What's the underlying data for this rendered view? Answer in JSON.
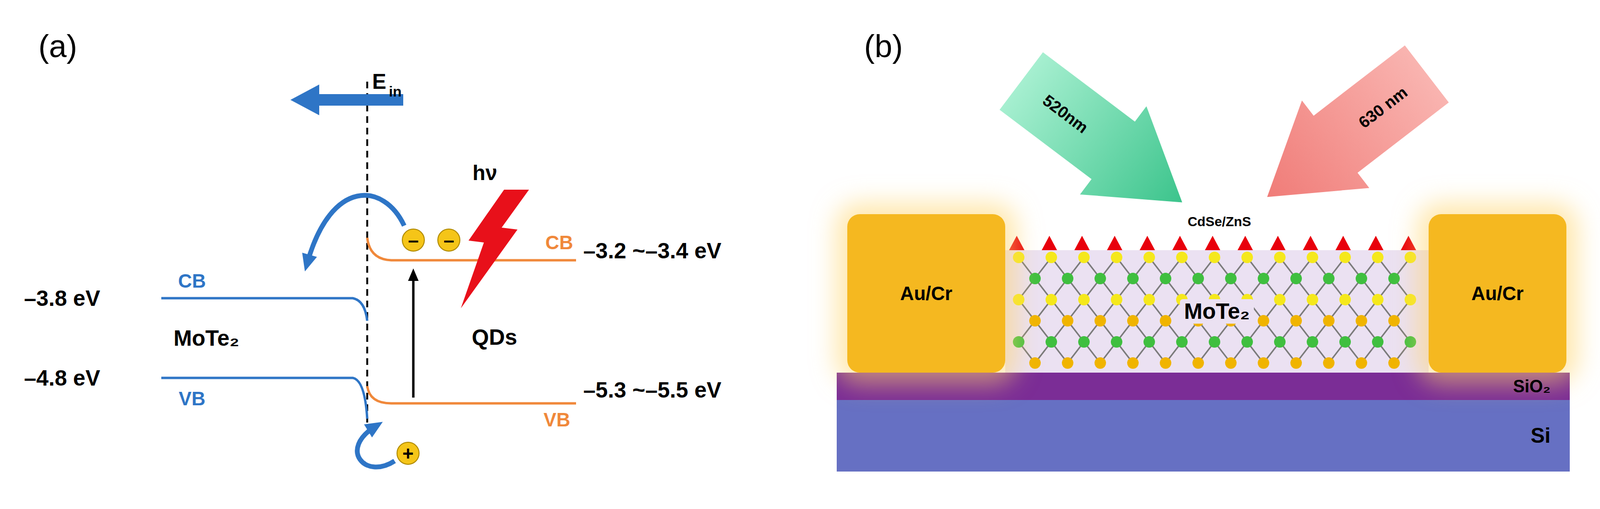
{
  "diagram": {
    "nodes": [
      {
        "text": [
          "–"
        ]
      },
      {
        "text": [
          "–"
        ]
      },
      {
        "text": [
          "+"
        ]
      },
      {
        "text": [
          "520nm"
        ]
      },
      {
        "text": [
          "630 nm"
        ]
      },
      {
        "text": [
          "Au/Cr"
        ]
      },
      {
        "text": [
          "MoTe₂"
        ]
      },
      {
        "text": [
          "Au/Cr"
        ]
      },
      {
        "text": [
          "SiO₂"
        ]
      },
      {
        "text": [
          "Si"
        ]
      }
    ],
    "labels": [
      "(a)",
      "E",
      "in",
      "–3.8 eV",
      "CB",
      "MoTe₂",
      "–4.8 eV",
      "VB",
      "hν",
      "CB",
      "–3.2 ~–3.4 eV",
      "QDs",
      "–5.3 ~–5.5 eV",
      "VB",
      "(b)",
      "CdSe/ZnS"
    ]
  }
}
